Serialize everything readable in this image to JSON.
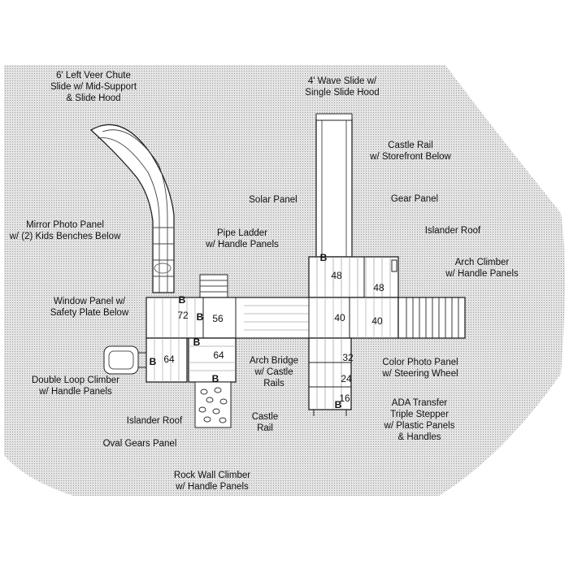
{
  "labels": {
    "slide_6ft": "6' Left Veer Chute\nSlide w/ Mid-Support\n& Slide Hood",
    "wave_slide": "4' Wave Slide w/\nSingle Slide Hood",
    "castle_rail_top": "Castle Rail\nw/ Storefront Below",
    "solar_panel": "Solar Panel",
    "gear_panel": "Gear Panel",
    "mirror_panel": "Mirror Photo Panel\nw/ (2) Kids Benches Below",
    "pipe_ladder": "Pipe Ladder\nw/ Handle Panels",
    "islander_roof_right": "Islander Roof",
    "arch_climber": "Arch Climber\nw/ Handle Panels",
    "window_panel": "Window Panel w/\nSafety Plate Below",
    "arch_bridge": "Arch Bridge\nw/ Castle\nRails",
    "color_photo": "Color Photo Panel\nw/ Steering Wheel",
    "double_loop": "Double Loop Climber\nw/ Handle Panels",
    "castle_rail_bottom": "Castle\nRail",
    "ada_transfer": "ADA Transfer\nTriple Stepper\nw/ Plastic Panels\n& Handles",
    "islander_roof_left": "Islander Roof",
    "oval_gears": "Oval Gears Panel",
    "rock_wall": "Rock Wall Climber\nw/ Handle Panels"
  },
  "deck_heights": {
    "h48a": "48",
    "h48b": "48",
    "h72": "72",
    "h56": "56",
    "h40a": "40",
    "h40b": "40",
    "h64a": "64",
    "h64b": "64",
    "h32": "32",
    "h24": "24",
    "h16": "16"
  },
  "markers": {
    "b": "B"
  },
  "colors": {
    "background": "#ffffff",
    "ground": "#dcdcdc",
    "deck": "#ffffff",
    "stroke": "#222222"
  }
}
